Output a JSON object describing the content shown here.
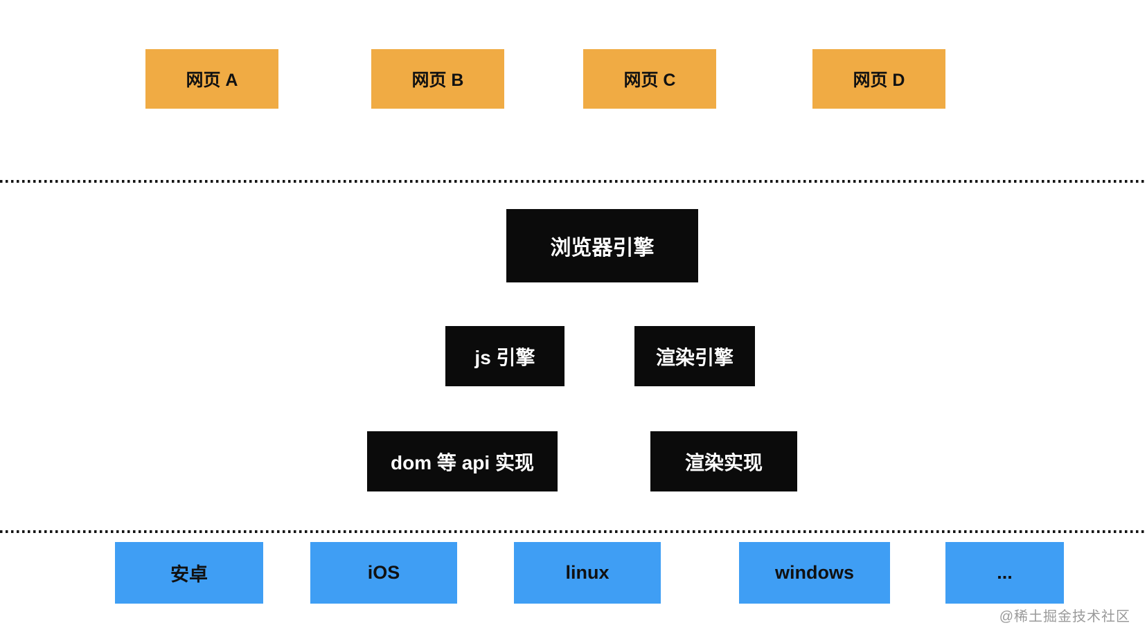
{
  "page_layer": {
    "boxes": [
      {
        "label": "网页 A"
      },
      {
        "label": "网页 B"
      },
      {
        "label": "网页 C"
      },
      {
        "label": "网页 D"
      }
    ]
  },
  "engine_layer": {
    "browser_engine": {
      "label": "浏览器引擎"
    },
    "js_engine": {
      "label": "js 引擎"
    },
    "render_engine": {
      "label": "渲染引擎"
    },
    "dom_api_impl": {
      "label": "dom 等 api 实现"
    },
    "render_impl": {
      "label": "渲染实现"
    }
  },
  "os_layer": {
    "boxes": [
      {
        "label": "安卓"
      },
      {
        "label": "iOS"
      },
      {
        "label": "linux"
      },
      {
        "label": "windows"
      },
      {
        "label": "..."
      }
    ]
  },
  "watermark": {
    "text": "@稀土掘金技术社区"
  },
  "colors": {
    "page_box_bg": "#F0AB44",
    "engine_box_bg": "#0B0B0B",
    "engine_box_text": "#FFFFFF",
    "os_box_bg": "#3F9EF4",
    "box_text": "#111111",
    "watermark_text": "#9A9A9A",
    "divider_dot": "#141414"
  }
}
